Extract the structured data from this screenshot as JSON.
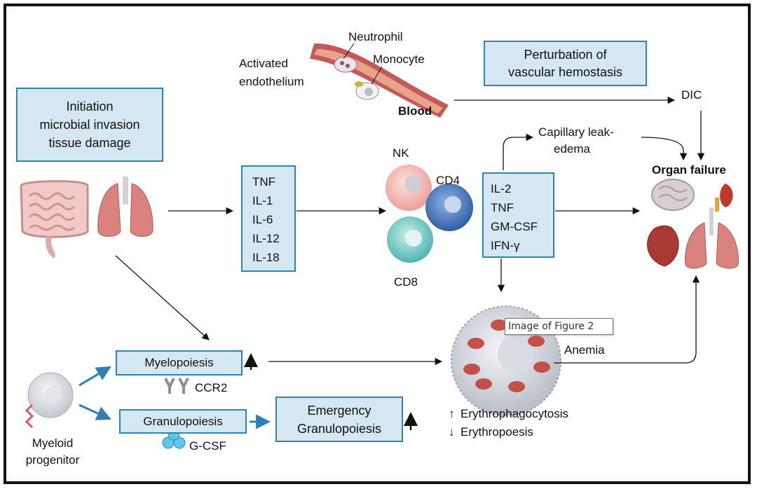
{
  "boxes": {
    "initiation": [
      "Initiation",
      "microbial invasion",
      "tissue damage"
    ],
    "cytokines_left": [
      "TNF",
      "IL-1",
      "IL-6",
      "IL-12",
      "IL-18"
    ],
    "cytokines_right": [
      "IL-2",
      "TNF",
      "GM-CSF",
      "IFN-γ"
    ],
    "perturbation": [
      "Perturbation of",
      "vascular hemostasis"
    ],
    "myelopoiesis": "Myelopoiesis",
    "granulopoiesis": "Granulopoiesis",
    "emergency": [
      "Emergency",
      "Granulopoiesis"
    ]
  },
  "labels": {
    "neutrophil": "Neutrophil",
    "monocyte": "Monocyte",
    "activated_endothelium": [
      "Activated",
      "endothelium"
    ],
    "blood": "Blood",
    "dic": "DIC",
    "capillary_leak": [
      "Capillary leak-",
      "edema"
    ],
    "organ_failure": "Organ failure",
    "nk": "NK",
    "cd4": "CD4",
    "cd8": "CD8",
    "anemia": "Anemia",
    "ccr2": "CCR2",
    "gcsf": "G-CSF",
    "myeloid_progenitor": [
      "Myeloid",
      "progenitor"
    ],
    "erythrophagocytosis": "Erythrophagocytosis",
    "erythropoesis": "Erythropoesis",
    "up_arrow": "↑",
    "down_arrow": "↓"
  },
  "tooltip": "Image of Figure 2",
  "colors": {
    "box_fill": "#d5e7f0",
    "box_border": "#2b85b6",
    "arrow_blue": "#2e7fb3",
    "organ_pink": "#d9827e",
    "nk_cell": "#f2b0aa",
    "cd4_cell": "#3f6fb5",
    "cd8_cell": "#6cc3c0"
  }
}
